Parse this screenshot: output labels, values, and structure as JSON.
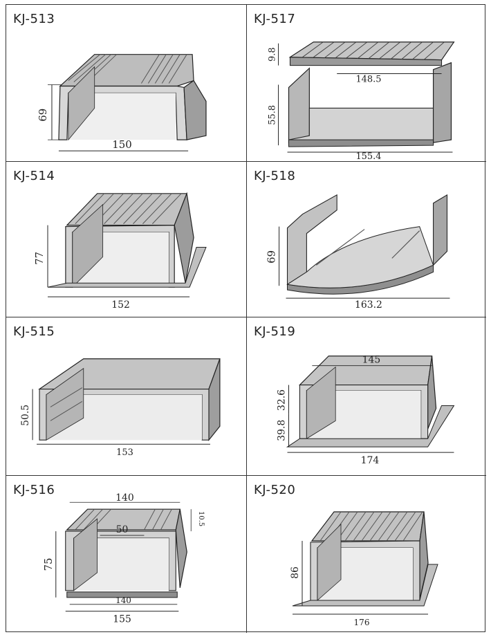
{
  "profiles": [
    {
      "model": "KJ-513",
      "dims": {
        "height": "69",
        "width": "150"
      }
    },
    {
      "model": "KJ-517",
      "dims": {
        "lid_height": "9.8",
        "lid_width": "148.5",
        "base_height": "55.8",
        "base_width": "155.4"
      }
    },
    {
      "model": "KJ-514",
      "dims": {
        "height": "77",
        "width": "152"
      }
    },
    {
      "model": "KJ-518",
      "dims": {
        "height": "69",
        "width": "163.2"
      }
    },
    {
      "model": "KJ-515",
      "dims": {
        "height": "50.5",
        "width": "153"
      }
    },
    {
      "model": "KJ-519",
      "dims": {
        "top_width": "145",
        "upper_height": "32.6",
        "lower_height": "39.8",
        "width": "174"
      }
    },
    {
      "model": "KJ-516",
      "dims": {
        "top_width": "140",
        "lid_height": "10.5",
        "slot_width": "50",
        "height": "75",
        "inner_width": "140",
        "width": "155"
      }
    },
    {
      "model": "KJ-520",
      "dims": {
        "height": "86",
        "width": "176"
      }
    }
  ],
  "colors": {
    "metal_light": "#c9c9c9",
    "metal_mid": "#a8a8a8",
    "metal_dark": "#7c7c7c",
    "line": "#222222"
  }
}
